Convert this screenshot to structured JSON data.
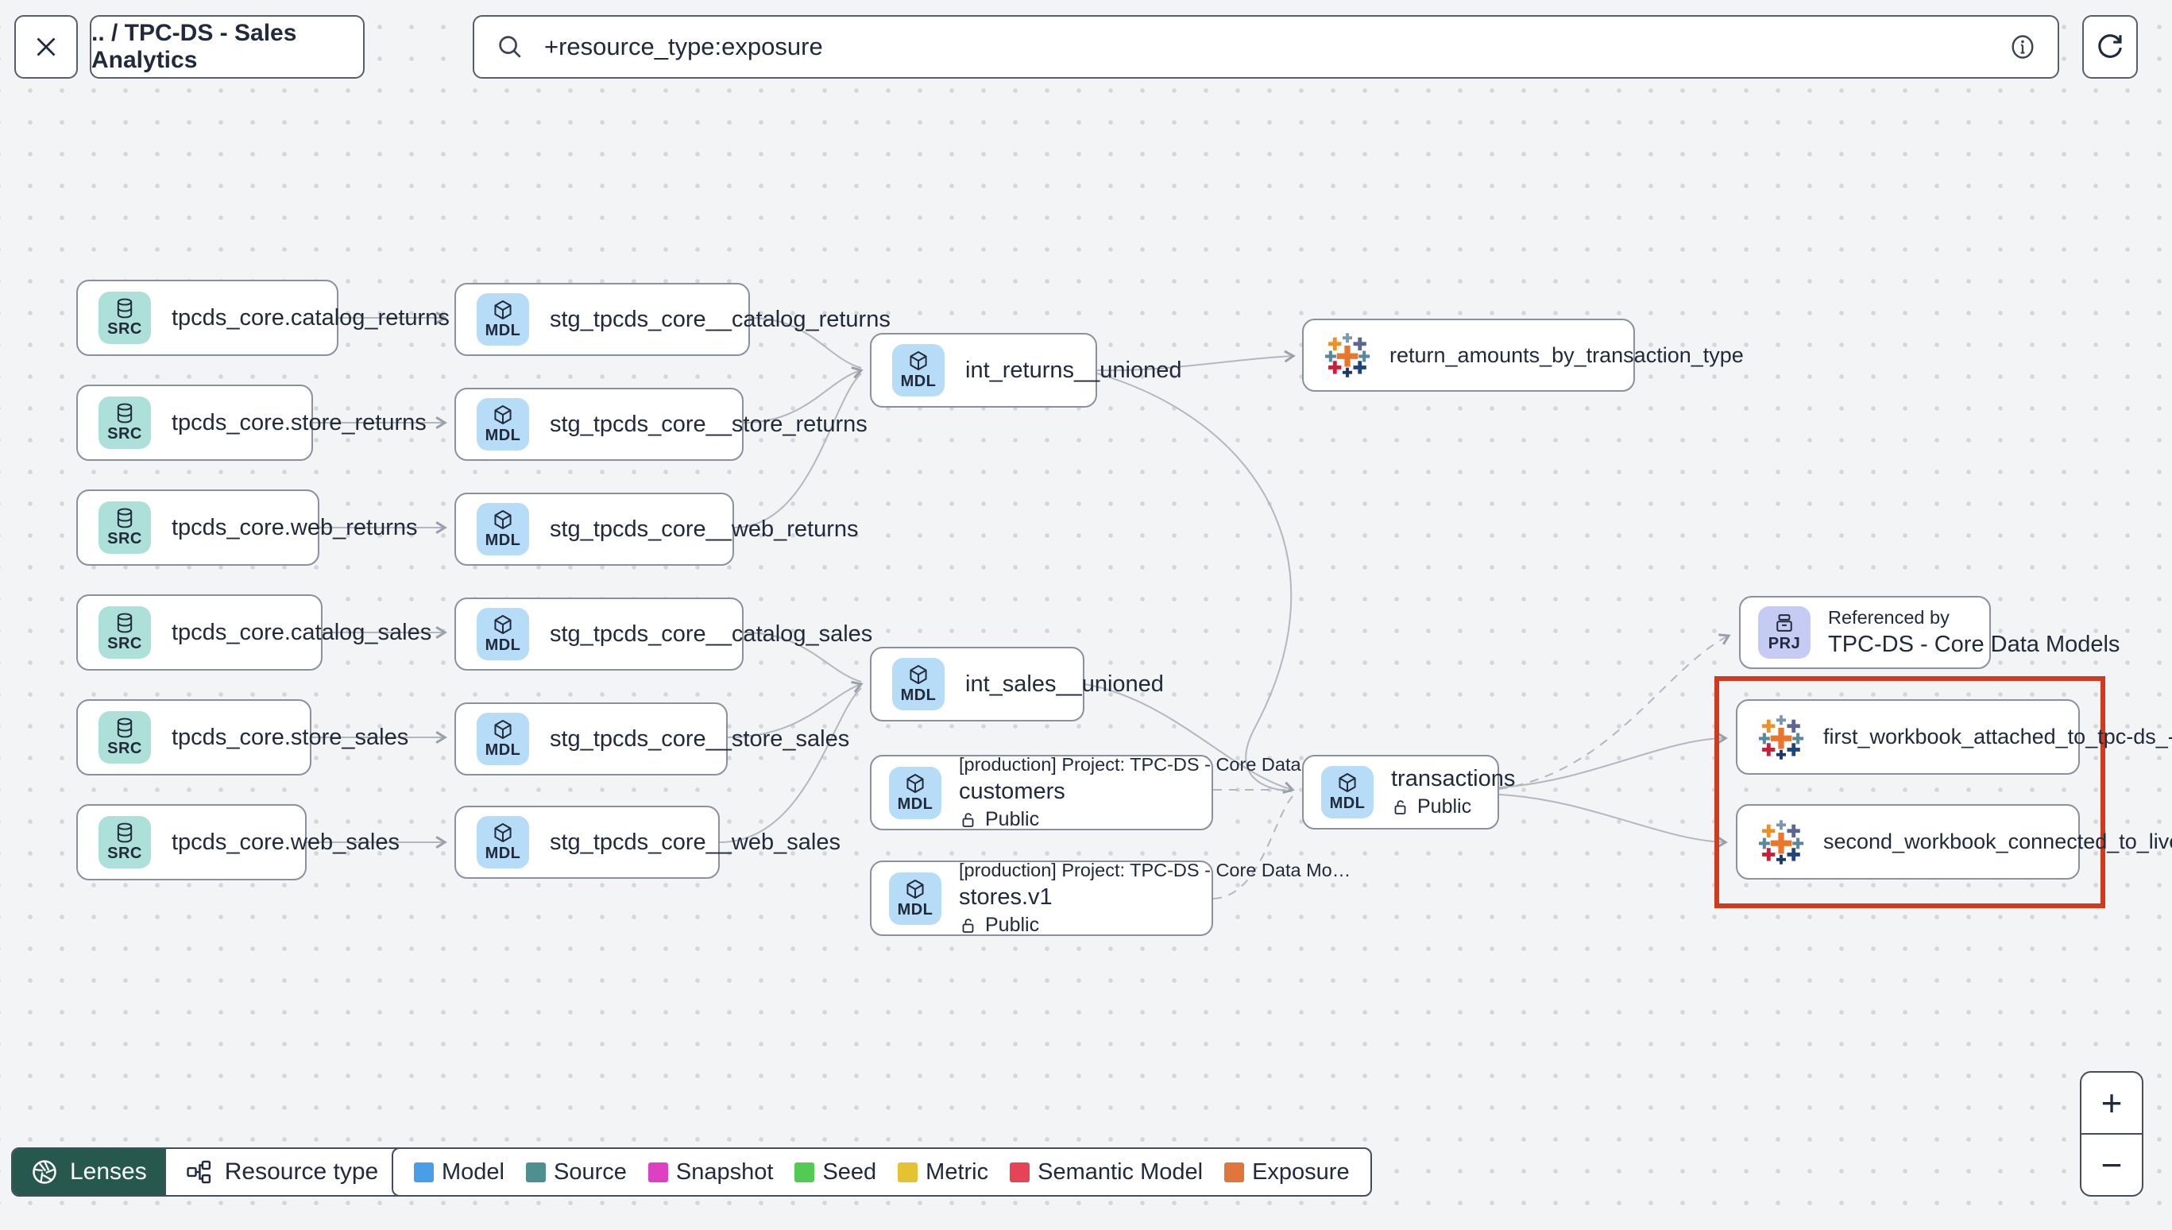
{
  "colors": {
    "highlight": "#d23a1d",
    "lenses_bg": "#26584e",
    "src_chip": "#aee0da",
    "mdl_chip": "#b6dcf7",
    "prj_chip": "#c5cbf3"
  },
  "header": {
    "breadcrumb": ".. / TPC-DS - Sales Analytics",
    "search_value": "+resource_type:exposure"
  },
  "graph": {
    "sources": [
      {
        "badge": "SRC",
        "label": "tpcds_core.catalog_returns"
      },
      {
        "badge": "SRC",
        "label": "tpcds_core.store_returns"
      },
      {
        "badge": "SRC",
        "label": "tpcds_core.web_returns"
      },
      {
        "badge": "SRC",
        "label": "tpcds_core.catalog_sales"
      },
      {
        "badge": "SRC",
        "label": "tpcds_core.store_sales"
      },
      {
        "badge": "SRC",
        "label": "tpcds_core.web_sales"
      }
    ],
    "stg_models": [
      {
        "badge": "MDL",
        "label": "stg_tpcds_core__catalog_returns"
      },
      {
        "badge": "MDL",
        "label": "stg_tpcds_core__store_returns"
      },
      {
        "badge": "MDL",
        "label": "stg_tpcds_core__web_returns"
      },
      {
        "badge": "MDL",
        "label": "stg_tpcds_core__catalog_sales"
      },
      {
        "badge": "MDL",
        "label": "stg_tpcds_core__store_sales"
      },
      {
        "badge": "MDL",
        "label": "stg_tpcds_core__web_sales"
      }
    ],
    "int_models": [
      {
        "badge": "MDL",
        "label": "int_returns__unioned"
      },
      {
        "badge": "MDL",
        "label": "int_sales__unioned"
      }
    ],
    "public_models": [
      {
        "badge": "MDL",
        "project": "[production] Project: TPC-DS - Core Data Mo…",
        "name": "customers",
        "visibility": "Public"
      },
      {
        "badge": "MDL",
        "project": "[production] Project: TPC-DS - Core Data Mo…",
        "name": "stores.v1",
        "visibility": "Public"
      }
    ],
    "transactions_model": {
      "badge": "MDL",
      "name": "transactions",
      "visibility": "Public"
    },
    "exposures": [
      {
        "label": "return_amounts_by_transaction_type"
      },
      {
        "label": "first_workbook_attached_to_tpc-ds_-_…"
      },
      {
        "label": "second_workbook_connected_to_live…"
      }
    ],
    "project_ref": {
      "badge": "PRJ",
      "title": "Referenced by",
      "name": "TPC-DS - Core Data Models"
    }
  },
  "footer": {
    "lenses_label": "Lenses",
    "resource_type_label": "Resource type",
    "legend": [
      {
        "label": "Model",
        "color": "#4a9ee8"
      },
      {
        "label": "Source",
        "color": "#4d9090"
      },
      {
        "label": "Snapshot",
        "color": "#df3fc3"
      },
      {
        "label": "Seed",
        "color": "#52cb52"
      },
      {
        "label": "Metric",
        "color": "#e5c231"
      },
      {
        "label": "Semantic Model",
        "color": "#e54458"
      },
      {
        "label": "Exposure",
        "color": "#e1763c"
      }
    ]
  },
  "zoom_controls": {
    "zoom_in": "+",
    "zoom_out": "−"
  }
}
